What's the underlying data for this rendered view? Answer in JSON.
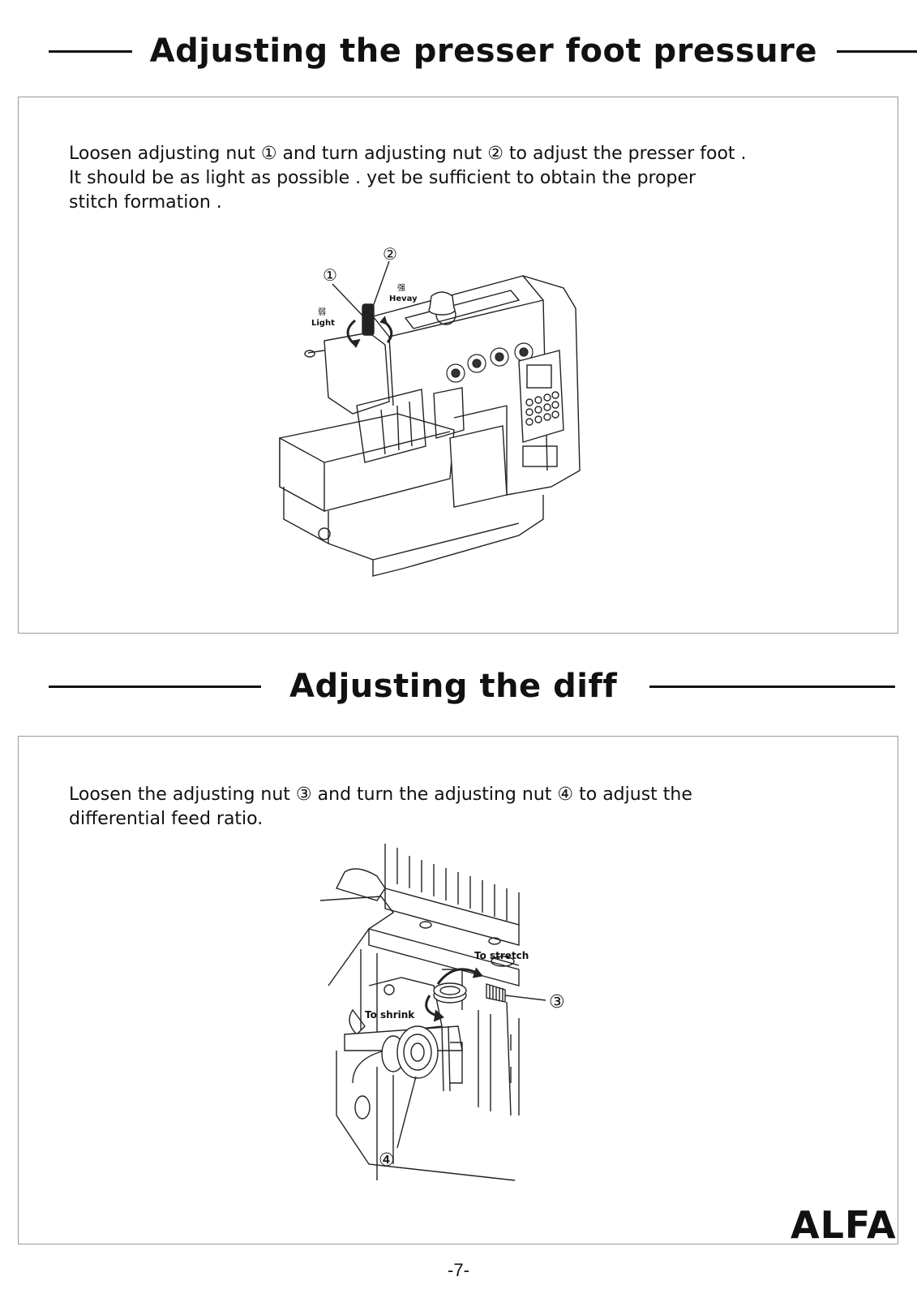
{
  "section1": {
    "title": "Adjusting the presser foot pressure",
    "lines": [
      "Loosen adjusting nut ① and turn adjusting nut ② to adjust the presser foot .",
      "It should be as light as possible . yet be sufficient to obtain the proper",
      "stitch formation ."
    ],
    "callout1": "①",
    "callout2": "②",
    "heavy_cn": "强",
    "heavy_en": "Hevay",
    "light_cn": "弱",
    "light_en": "Light"
  },
  "section2": {
    "title": "Adjusting the diff",
    "lines": [
      "Loosen the adjusting nut ③ and turn the adjusting nut ④ to adjust the",
      "differential feed ratio."
    ],
    "callout3": "③",
    "callout4": "④",
    "stretch": "To stretch",
    "shrink": "To shrink"
  },
  "logo": "ALFA",
  "page_number": "-7-"
}
